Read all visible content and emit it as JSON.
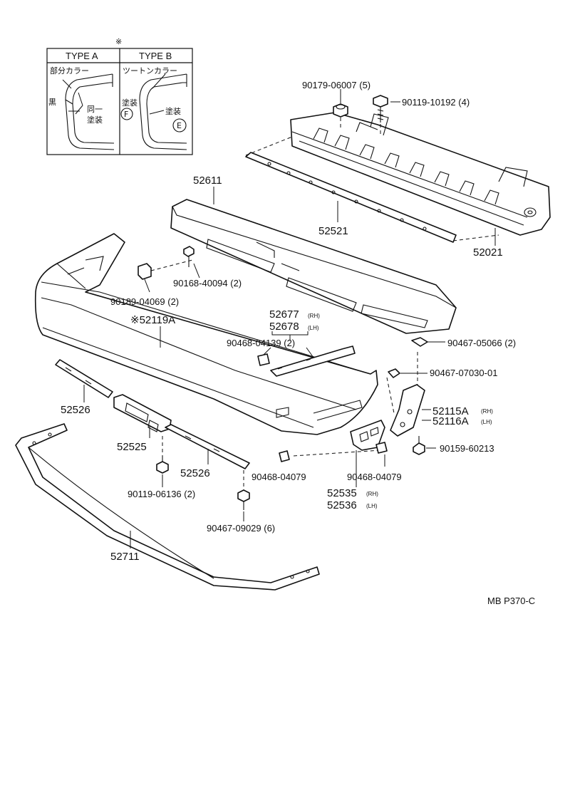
{
  "note_mark": "※",
  "inset": {
    "type_a": {
      "title": "TYPE A",
      "label_partial_color": "部分カラー",
      "label_black": "黒",
      "label_same": "同一",
      "label_paint": "塗装"
    },
    "type_b": {
      "title": "TYPE B",
      "label_two_tone": "ツートンカラー",
      "label_paint_f": "塗装",
      "circle_f": "F",
      "label_paint_e": "塗装",
      "circle_e": "E"
    }
  },
  "parts": {
    "p90179": "90179-06007 (5)",
    "p90119_10192": "90119-10192 (4)",
    "p52021": "52021",
    "p52521": "52521",
    "p52611": "52611",
    "p90168": "90168-40094 (2)",
    "p90189": "90189-04069 (2)",
    "p52119a": "※52119A",
    "p52677": "52677",
    "p52677_side": "(RH)",
    "p52678": "52678",
    "p52678_side": "(LH)",
    "p90468_04139": "90468-04139  (2)",
    "p90467_05066": "90467-05066 (2)",
    "p90467_07030": "90467-07030-01",
    "p52115a": "52115A",
    "p52115a_side": "(RH)",
    "p52116a": "52116A",
    "p52116a_side": "(LH)",
    "p90159": "90159-60213",
    "p52526_left": "52526",
    "p52525": "52525",
    "p52526_right": "52526",
    "p90119_06136": "90119-06136 (2)",
    "p90467_09029": "90467-09029 (6)",
    "p90468_04079_a": "90468-04079",
    "p90468_04079_b": "90468-04079",
    "p52535": "52535",
    "p52535_side": "(RH)",
    "p52536": "52536",
    "p52536_side": "(LH)",
    "p52711": "52711"
  },
  "figure_code": "MB P370-C"
}
